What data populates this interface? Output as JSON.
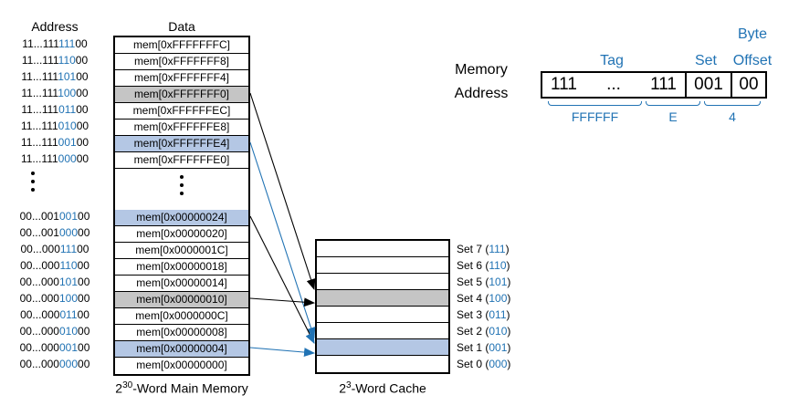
{
  "headers": {
    "address": "Address",
    "data": "Data"
  },
  "main_memory": {
    "rows_top": [
      {
        "addr_pre": "11...111",
        "addr_set": "111",
        "addr_off": "00",
        "data": "mem[0xFFFFFFFC]",
        "bg": "white"
      },
      {
        "addr_pre": "11...111",
        "addr_set": "110",
        "addr_off": "00",
        "data": "mem[0xFFFFFFF8]",
        "bg": "white"
      },
      {
        "addr_pre": "11...111",
        "addr_set": "101",
        "addr_off": "00",
        "data": "mem[0xFFFFFFF4]",
        "bg": "white"
      },
      {
        "addr_pre": "11...111",
        "addr_set": "100",
        "addr_off": "00",
        "data": "mem[0xFFFFFFF0]",
        "bg": "gray"
      },
      {
        "addr_pre": "11...111",
        "addr_set": "011",
        "addr_off": "00",
        "data": "mem[0xFFFFFFEC]",
        "bg": "white"
      },
      {
        "addr_pre": "11...111",
        "addr_set": "010",
        "addr_off": "00",
        "data": "mem[0xFFFFFFE8]",
        "bg": "white"
      },
      {
        "addr_pre": "11...111",
        "addr_set": "001",
        "addr_off": "00",
        "data": "mem[0xFFFFFFE4]",
        "bg": "blue"
      },
      {
        "addr_pre": "11...111",
        "addr_set": "000",
        "addr_off": "00",
        "data": "mem[0xFFFFFFE0]",
        "bg": "white"
      }
    ],
    "rows_bottom": [
      {
        "addr_pre": "00...001",
        "addr_set": "001",
        "addr_off": "00",
        "data": "mem[0x00000024]",
        "bg": "blue"
      },
      {
        "addr_pre": "00...001",
        "addr_set": "000",
        "addr_off": "00",
        "data": "mem[0x00000020]",
        "bg": "white"
      },
      {
        "addr_pre": "00...000",
        "addr_set": "111",
        "addr_off": "00",
        "data": "mem[0x0000001C]",
        "bg": "white"
      },
      {
        "addr_pre": "00...000",
        "addr_set": "110",
        "addr_off": "00",
        "data": "mem[0x00000018]",
        "bg": "white"
      },
      {
        "addr_pre": "00...000",
        "addr_set": "101",
        "addr_off": "00",
        "data": "mem[0x00000014]",
        "bg": "white"
      },
      {
        "addr_pre": "00...000",
        "addr_set": "100",
        "addr_off": "00",
        "data": "mem[0x00000010]",
        "bg": "gray"
      },
      {
        "addr_pre": "00...000",
        "addr_set": "011",
        "addr_off": "00",
        "data": "mem[0x0000000C]",
        "bg": "white"
      },
      {
        "addr_pre": "00...000",
        "addr_set": "010",
        "addr_off": "00",
        "data": "mem[0x00000008]",
        "bg": "white"
      },
      {
        "addr_pre": "00...000",
        "addr_set": "001",
        "addr_off": "00",
        "data": "mem[0x00000004]",
        "bg": "blue"
      },
      {
        "addr_pre": "00...000",
        "addr_set": "000",
        "addr_off": "00",
        "data": "mem[0x00000000]",
        "bg": "white"
      }
    ],
    "caption": {
      "base": "2",
      "exp": "30",
      "rest": "-Word Main Memory"
    }
  },
  "cache": {
    "sets": [
      {
        "label": "Set 7",
        "bits": "111",
        "bg": "white"
      },
      {
        "label": "Set 6",
        "bits": "110",
        "bg": "white"
      },
      {
        "label": "Set 5",
        "bits": "101",
        "bg": "white"
      },
      {
        "label": "Set 4",
        "bits": "100",
        "bg": "gray"
      },
      {
        "label": "Set 3",
        "bits": "011",
        "bg": "white"
      },
      {
        "label": "Set 2",
        "bits": "010",
        "bg": "white"
      },
      {
        "label": "Set 1",
        "bits": "001",
        "bg": "blue"
      },
      {
        "label": "Set 0",
        "bits": "000",
        "bg": "white"
      }
    ],
    "caption": {
      "base": "2",
      "exp": "3",
      "rest": "-Word Cache"
    }
  },
  "address_breakdown": {
    "side_label_line1": "Memory",
    "side_label_line2": "Address",
    "byte_label": "Byte",
    "tag_label": "Tag",
    "set_label": "Set",
    "offset_label": "Offset",
    "tag_left": "111",
    "tag_dots": "...",
    "tag_right": "111",
    "set_bits": "001",
    "offset_bits": "00",
    "hex_groups": {
      "tag": "FFFFFF",
      "mid": "E",
      "low": "4"
    }
  },
  "mappings": [
    {
      "from": "mem[0xFFFFFFF0]",
      "to": "Set 4",
      "color": "black"
    },
    {
      "from": "mem[0xFFFFFFE4]",
      "to": "Set 1",
      "color": "blue"
    },
    {
      "from": "mem[0x00000024]",
      "to": "Set 1",
      "color": "blue"
    },
    {
      "from": "mem[0x00000010]",
      "to": "Set 4",
      "color": "black"
    },
    {
      "from": "mem[0x00000004]",
      "to": "Set 1",
      "color": "blue"
    }
  ],
  "colors": {
    "accent_blue": "#2173b4",
    "row_blue": "#b4c7e4",
    "row_gray": "#c5c5c5"
  }
}
